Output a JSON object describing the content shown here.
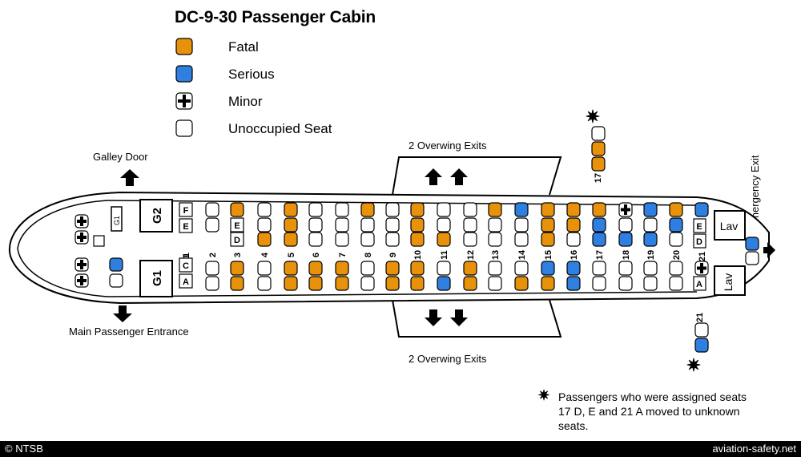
{
  "title": "DC-9-30 Passenger Cabin",
  "legend": [
    {
      "key": "fatal",
      "label": "Fatal",
      "color": "#e8920c"
    },
    {
      "key": "serious",
      "label": "Serious",
      "color": "#2f7fe0"
    },
    {
      "key": "minor",
      "label": "Minor",
      "color": "#000000"
    },
    {
      "key": "unoccupied",
      "label": "Unoccupied Seat",
      "color": "#ffffff"
    }
  ],
  "labels": {
    "galley_door": "Galley Door",
    "main_entrance": "Main Passenger Entrance",
    "overwing_top": "2 Overwing Exits",
    "overwing_bottom": "2 Overwing Exits",
    "aft_exit": "Aft Emergency Exit",
    "lav": "Lav",
    "g1_small": "G1",
    "g1": "G1",
    "g2": "G2",
    "seat_a": "A",
    "seat_c": "C",
    "seat_d": "D",
    "seat_e": "E",
    "seat_f": "F"
  },
  "note": "Passengers who were assigned seats 17 D, E and 21 A moved to unknown seats.",
  "footer": {
    "left": "© NTSB",
    "right": "aviation-safety.net"
  },
  "rows": [
    {
      "row": "1",
      "top": [],
      "bottom": []
    },
    {
      "row": "2",
      "top": [
        "U",
        "U"
      ],
      "bottom": [
        "U",
        "U"
      ]
    },
    {
      "row": "3",
      "top": [
        "F"
      ],
      "bottom": [
        "F",
        "F"
      ]
    },
    {
      "row": "4",
      "top": [
        "U",
        "U",
        "F"
      ],
      "bottom": [
        "U",
        "U"
      ]
    },
    {
      "row": "5",
      "top": [
        "F",
        "F",
        "F"
      ],
      "bottom": [
        "F",
        "F"
      ]
    },
    {
      "row": "6",
      "top": [
        "U",
        "U",
        "U"
      ],
      "bottom": [
        "F",
        "F"
      ]
    },
    {
      "row": "7",
      "top": [
        "U",
        "U",
        "U"
      ],
      "bottom": [
        "F",
        "F"
      ]
    },
    {
      "row": "8",
      "top": [
        "F",
        "U",
        "U"
      ],
      "bottom": [
        "U",
        "U"
      ]
    },
    {
      "row": "9",
      "top": [
        "U",
        "U",
        "U"
      ],
      "bottom": [
        "F",
        "F"
      ]
    },
    {
      "row": "10",
      "top": [
        "F",
        "F",
        "F"
      ],
      "bottom": [
        "F",
        "F"
      ]
    },
    {
      "row": "11",
      "top": [
        "U",
        "U",
        "F"
      ],
      "bottom": [
        "U",
        "S"
      ]
    },
    {
      "row": "12",
      "top": [
        "U",
        "U",
        "U"
      ],
      "bottom": [
        "F",
        "F"
      ]
    },
    {
      "row": "13",
      "top": [
        "F",
        "U",
        "U"
      ],
      "bottom": [
        "U",
        "U"
      ]
    },
    {
      "row": "14",
      "top": [
        "S",
        "U",
        "U"
      ],
      "bottom": [
        "U",
        "F"
      ]
    },
    {
      "row": "15",
      "top": [
        "F",
        "F",
        "F"
      ],
      "bottom": [
        "S",
        "F"
      ]
    },
    {
      "row": "16",
      "top": [
        "F",
        "F",
        "U"
      ],
      "bottom": [
        "S",
        "S"
      ]
    },
    {
      "row": "17",
      "top": [
        "F",
        "S",
        "S"
      ],
      "bottom": [
        "U",
        "U"
      ]
    },
    {
      "row": "18",
      "top": [
        "M",
        "U",
        "S"
      ],
      "bottom": [
        "U",
        "U"
      ]
    },
    {
      "row": "19",
      "top": [
        "S",
        "U",
        "S"
      ],
      "bottom": [
        "U",
        "U"
      ]
    },
    {
      "row": "20",
      "top": [
        "F",
        "S",
        "U"
      ],
      "bottom": [
        "U",
        "U"
      ]
    },
    {
      "row": "21",
      "top": [
        "S"
      ],
      "bottom": [
        "M"
      ]
    }
  ],
  "outside_17": [
    "U",
    "F",
    "F"
  ],
  "outside_21": [
    "U",
    "S"
  ],
  "aft_seats": [
    "S",
    "U"
  ],
  "galley_seats": [
    "U",
    "U",
    "U",
    "U",
    "S",
    "U"
  ],
  "status_colors": {
    "F": "#e8920c",
    "S": "#2f7fe0",
    "M": "#ffffff",
    "U": "#ffffff"
  }
}
